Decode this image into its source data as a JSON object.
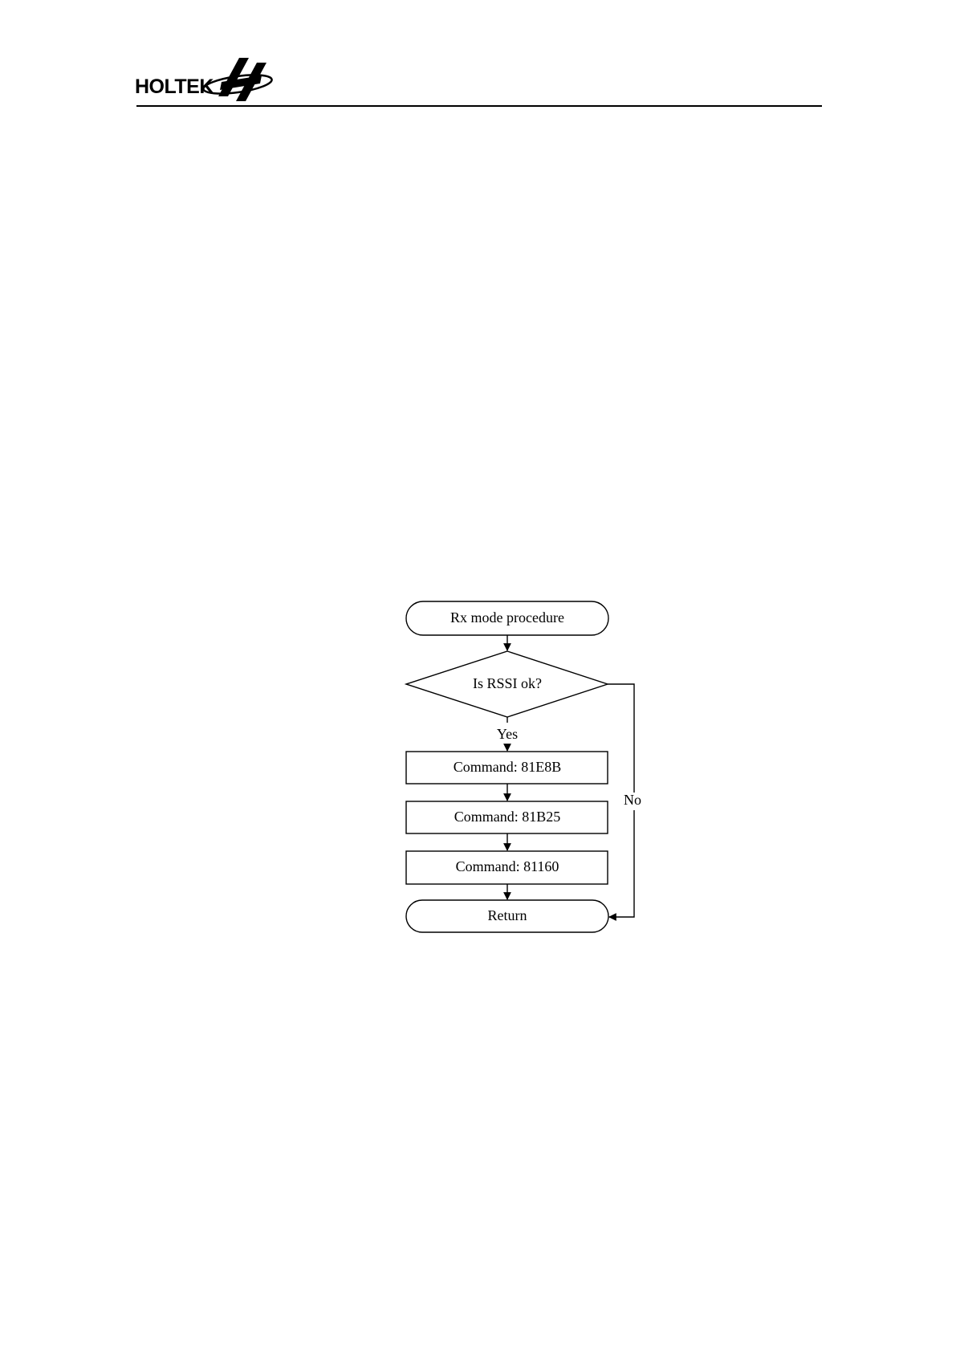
{
  "header": {
    "logo_text": "HOLTEK",
    "logo_icon": "holtek-logo-icon"
  },
  "colors": {
    "ink": "#000000",
    "paper": "#ffffff"
  },
  "flowchart": {
    "start": "Rx mode procedure",
    "decision": "Is RSSI ok?",
    "yes_label": "Yes",
    "no_label": "No",
    "steps": [
      "Command: 81E8B",
      "Command: 81B25",
      "Command: 81160"
    ],
    "end": "Return"
  }
}
